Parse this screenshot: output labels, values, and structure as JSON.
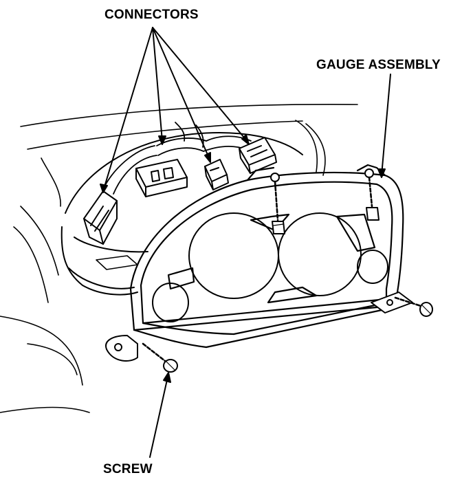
{
  "figure": {
    "labels": {
      "connectors": "CONNECTORS",
      "gauge_assembly": "GAUGE ASSEMBLY",
      "screw": "SCREW"
    },
    "colors": {
      "ink": "#000000",
      "paper": "#ffffff"
    }
  }
}
